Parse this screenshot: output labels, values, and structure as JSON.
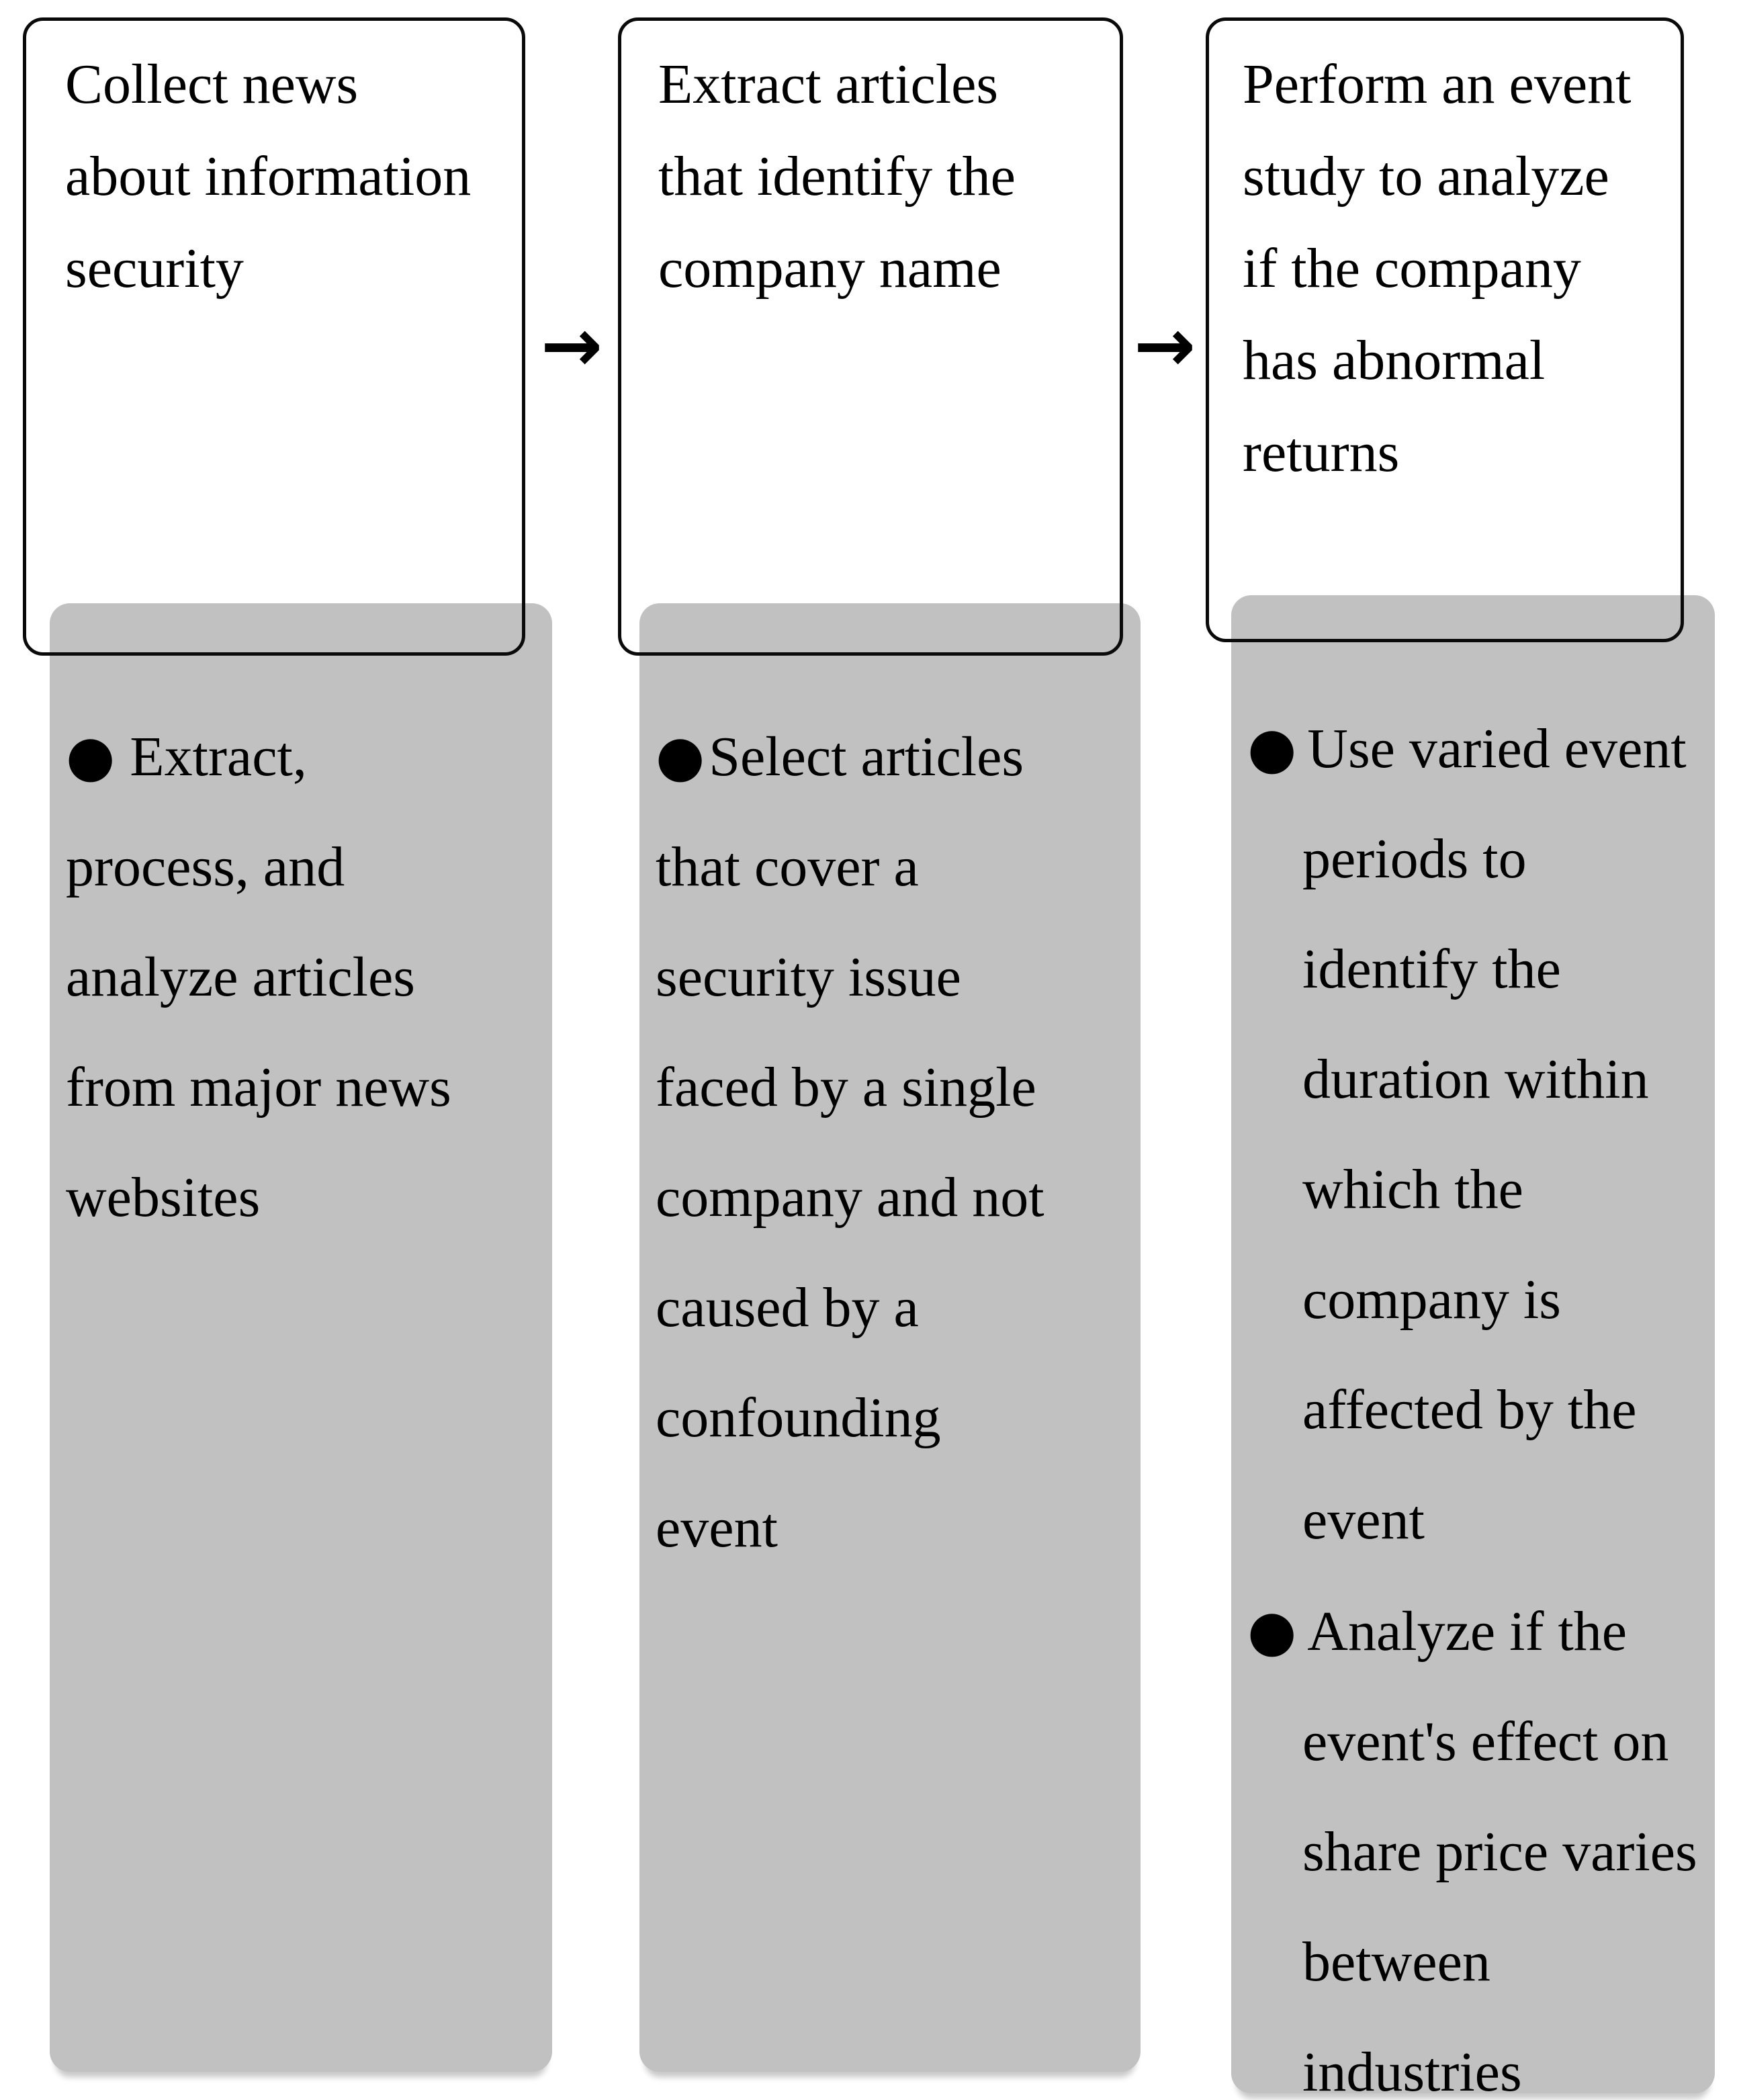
{
  "figure": {
    "colors": {
      "background": "#ffffff",
      "panel_gray": "#c1c1c1",
      "border_black": "#0a0a0a",
      "text": "#000000"
    },
    "arrow_glyph": "→",
    "bullet_glyph": "●",
    "columns": [
      {
        "title": "Collect news about information security",
        "bullets": [
          "Extract, process, and analyze articles from major news websites"
        ]
      },
      {
        "title": "Extract articles that identify the company name",
        "bullets": [
          "Select articles that cover a security issue faced by a single company and not caused by a confounding event"
        ]
      },
      {
        "title": "Perform an event study to analyze if the company has abnormal returns",
        "bullets": [
          "Use varied event periods to identify the duration within which the company is affected by the event",
          "Analyze if the event's effect on share price varies between industries"
        ]
      }
    ]
  }
}
